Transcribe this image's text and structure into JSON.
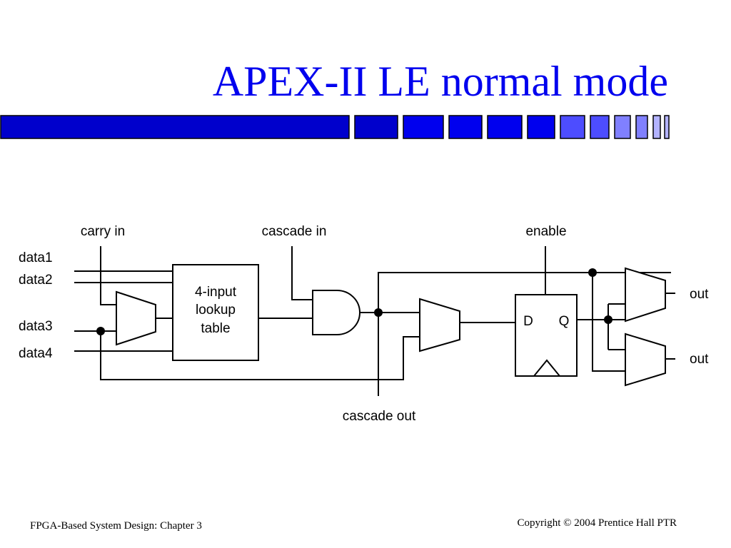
{
  "slide": {
    "title": "APEX-II LE normal mode",
    "footer_left": "FPGA-Based System Design: Chapter 3",
    "footer_right": "Copyright © 2004 Prentice Hall PTR"
  },
  "colors": {
    "title": "#0000ee",
    "bar_dark": "#0000cc",
    "bar_mid": "#0000ee",
    "bar_light": "#4d4dff",
    "bar_lighter": "#8080ff",
    "bar_lightest": "#b3b3ff",
    "wire": "#000000"
  },
  "diagram": {
    "signals": {
      "carry_in": "carry in",
      "cascade_in": "cascade in",
      "enable": "enable",
      "data1": "data1",
      "data2": "data2",
      "data3": "data3",
      "data4": "data4",
      "cascade_out": "cascade out",
      "out_top": "out",
      "out_bottom": "out"
    },
    "lut": {
      "line1": "4-input",
      "line2": "lookup",
      "line3": "table"
    },
    "flipflop": {
      "d": "D",
      "q": "Q"
    }
  }
}
